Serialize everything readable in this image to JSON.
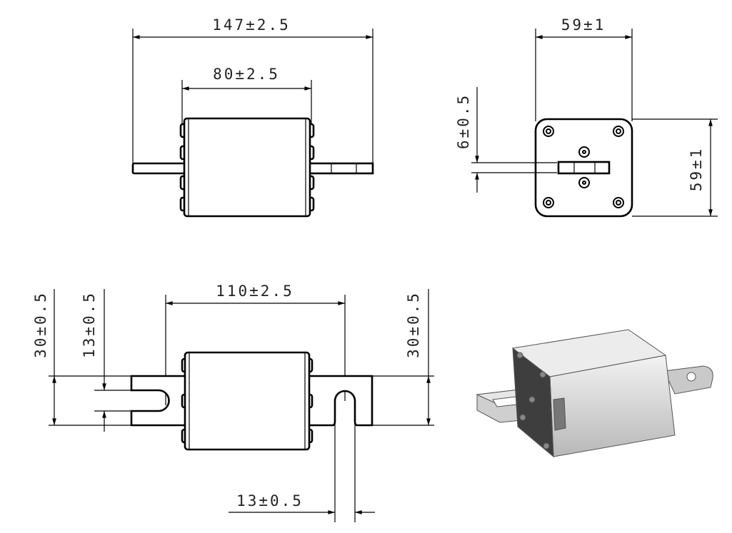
{
  "dimensions": {
    "overall_length": "147±2.5",
    "body_length": "80±2.5",
    "end_width": "59±1",
    "end_height": "59±1",
    "blade_thickness": "6±0.5",
    "blade_width_left": "30±0.5",
    "slot_width_left": "13±0.5",
    "slot_spacing": "110±2.5",
    "blade_width_right": "30±0.5",
    "slot_width_bottom": "13±0.5"
  }
}
